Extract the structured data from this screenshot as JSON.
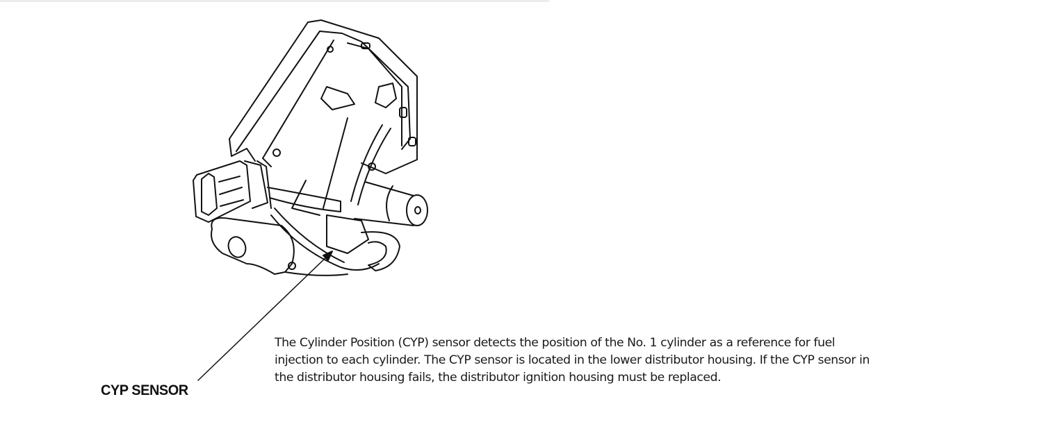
{
  "diagram": {
    "callout_label": "CYP SENSOR",
    "description_lines": [
      "The Cylinder Position (CYP) sensor detects the position of the No. 1 cylinder as a reference for fuel",
      "injection to each cylinder. The CYP sensor is located in the lower distributor housing. If the CYP sensor in",
      "the distributor housing fails, the distributor ignition housing must be replaced."
    ]
  }
}
